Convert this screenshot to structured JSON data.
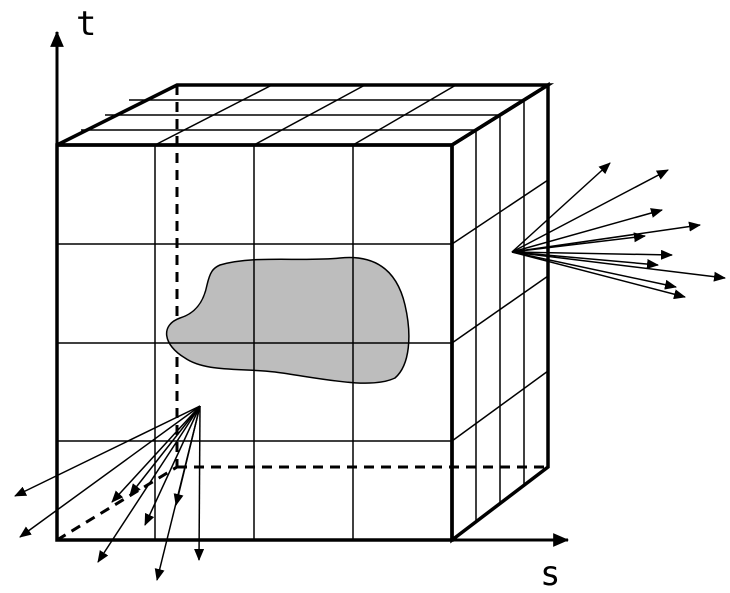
{
  "labels": {
    "t_axis": "t",
    "s_axis": "s"
  },
  "colors": {
    "stroke": "#000000",
    "blob_fill": "#bdbdbd",
    "background": "#ffffff"
  },
  "grid": {
    "front_divisions": 4,
    "side_divisions": 4,
    "top_divisions": 4
  },
  "ray_fans": [
    {
      "name": "right-face-ray-fan",
      "ray_count": 10
    },
    {
      "name": "bottom-left-ray-fan",
      "ray_count": 9
    }
  ]
}
